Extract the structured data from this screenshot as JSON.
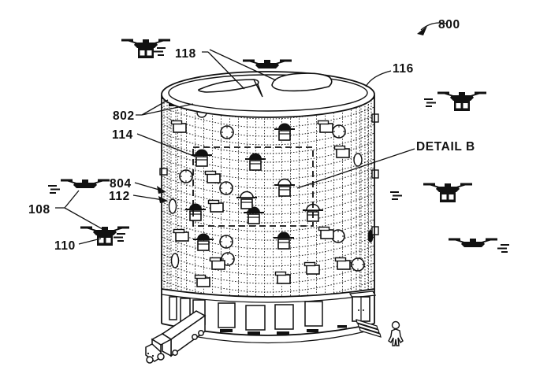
{
  "figure": {
    "background": "#ffffff",
    "ink": "#111111",
    "labels": {
      "ref_800": "800",
      "ref_118": "118",
      "ref_116": "116",
      "ref_802": "802",
      "ref_114": "114",
      "detail_b": "DETAIL B",
      "ref_804": "804",
      "ref_112": "112",
      "ref_108": "108",
      "ref_110": "110"
    }
  }
}
